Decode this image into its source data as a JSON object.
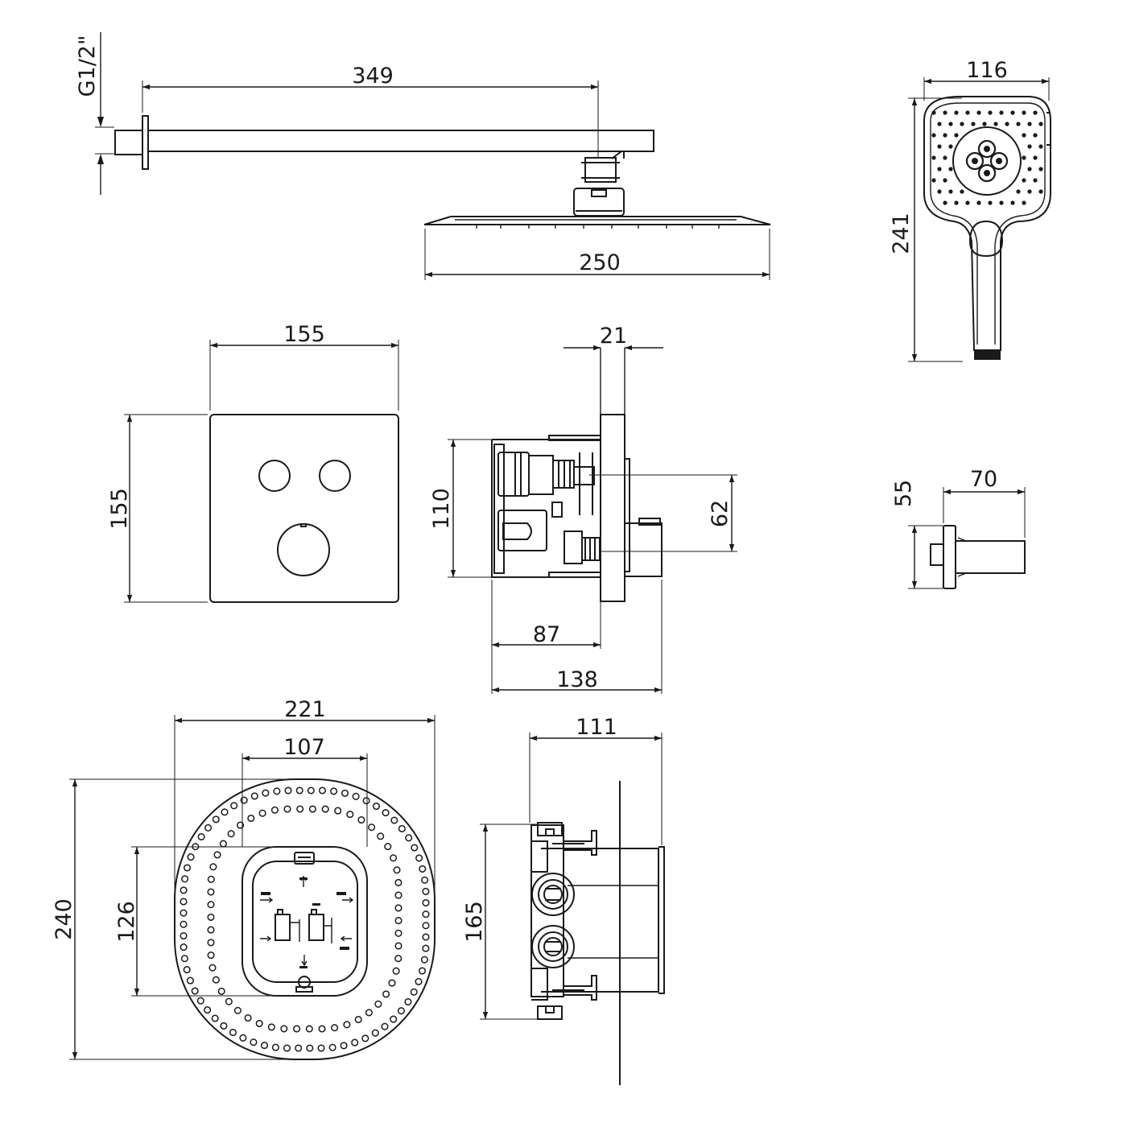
{
  "dimensions": {
    "thread": "G1/2\"",
    "arm_length": "349",
    "head_width": "250",
    "hand_width": "116",
    "hand_length": "241",
    "plate_width": "155",
    "plate_height": "155",
    "plate_thickness": "21",
    "box_height": "110",
    "outlet_spacing": "62",
    "body_depth": "87",
    "total_depth": "138",
    "holder_depth": "70",
    "holder_height": "55",
    "flange_width": "221",
    "box_inner_width": "107",
    "flange_height": "240",
    "box_inner_height": "126",
    "valve_width": "111",
    "valve_height": "165"
  }
}
